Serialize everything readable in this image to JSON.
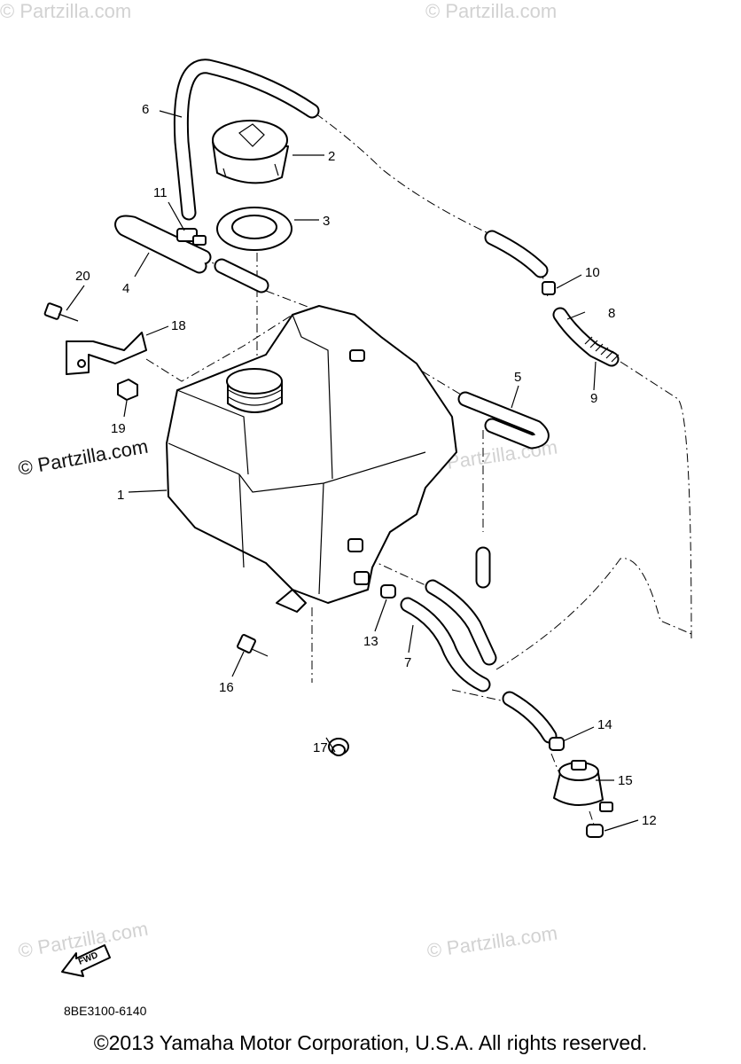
{
  "watermark": "© Partzilla.com",
  "fwd_label": "FWD",
  "diagram_code": "8BE3100-6140",
  "copyright": "©2013 Yamaha Motor Corporation, U.S.A. All rights reserved.",
  "callouts": [
    "1",
    "2",
    "3",
    "4",
    "5",
    "6",
    "7",
    "8",
    "9",
    "10",
    "11",
    "12",
    "13",
    "14",
    "15",
    "16",
    "17",
    "18",
    "19",
    "20"
  ]
}
